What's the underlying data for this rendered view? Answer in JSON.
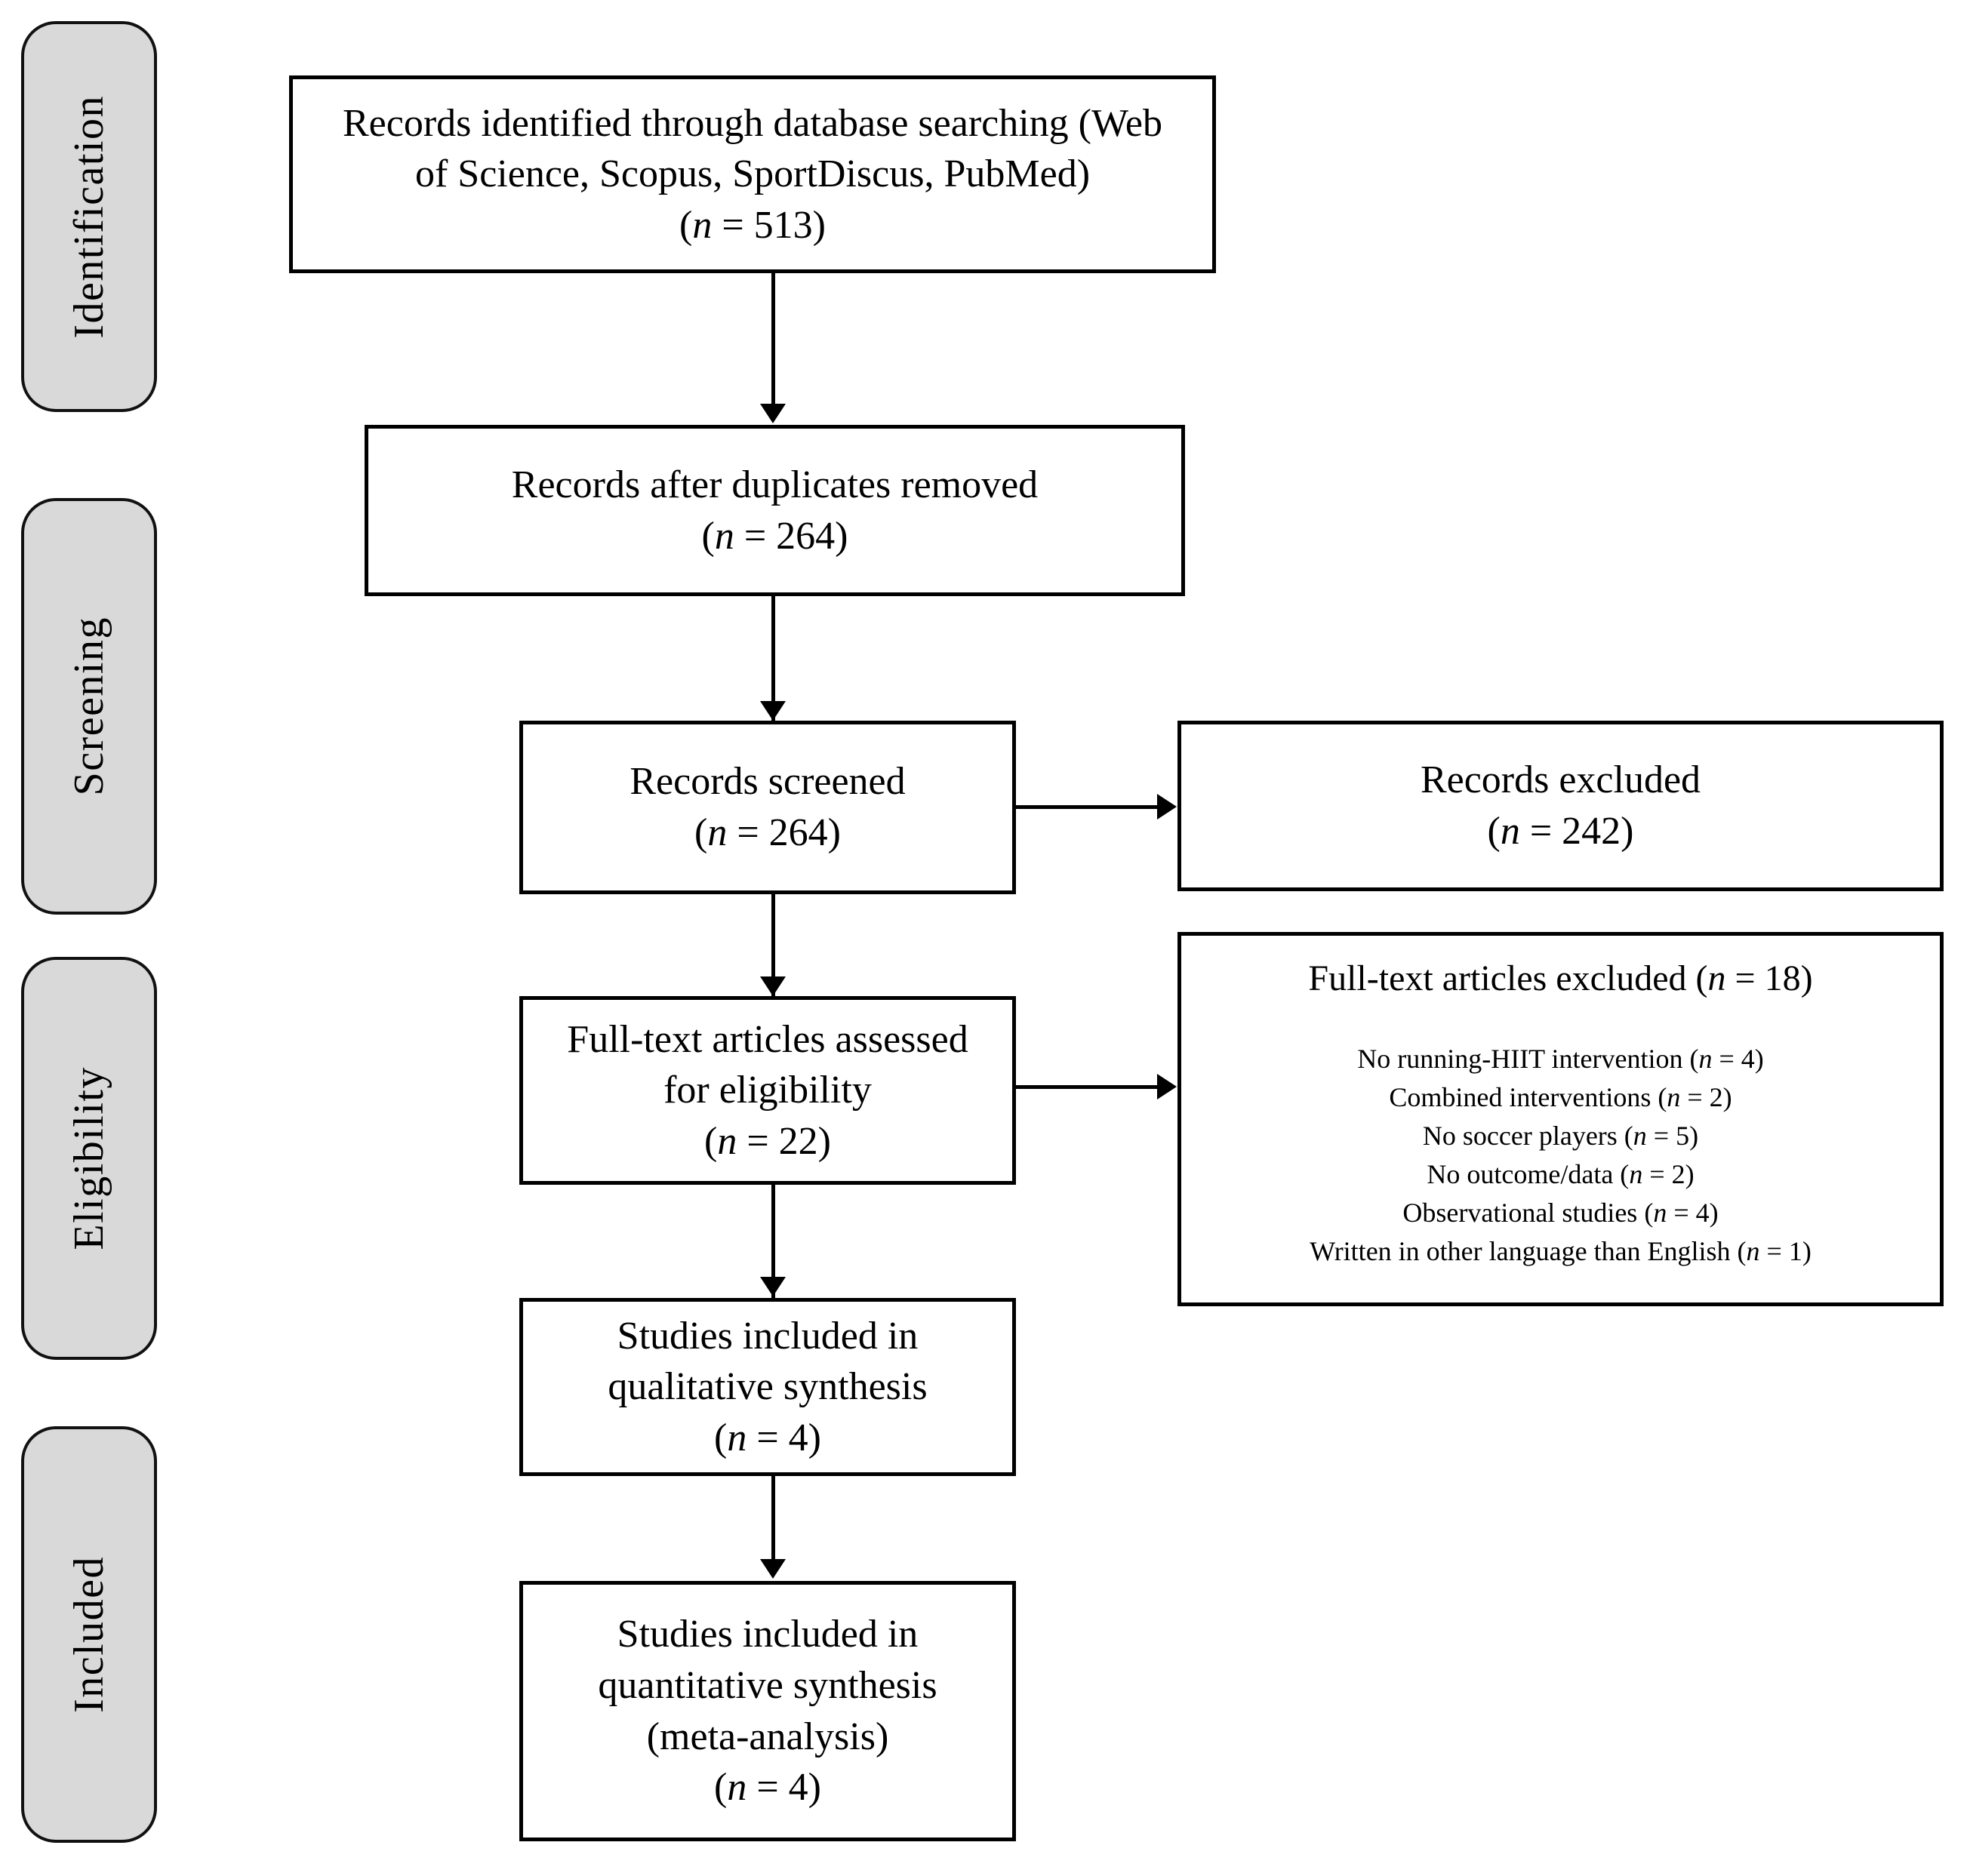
{
  "diagram": {
    "type": "prisma-flow-diagram",
    "title": "PRISMA flow diagram"
  },
  "phases": [
    {
      "id": "identification",
      "label": "Identification"
    },
    {
      "id": "screening",
      "label": "Screening"
    },
    {
      "id": "eligibility",
      "label": "Eligibility"
    },
    {
      "id": "included",
      "label": "Included"
    }
  ],
  "boxes": {
    "identified": {
      "line1": "Records identified through database searching (Web",
      "line2": "of Science, Scopus, SportDiscus, PubMed)",
      "count_open": "(",
      "count_n": "n",
      "count_rest": " = 513)"
    },
    "duplicates_removed": {
      "line1": "Records after duplicates removed",
      "count_open": "(",
      "count_n": "n",
      "count_rest": " = 264)"
    },
    "screened": {
      "line1": "Records screened",
      "count_open": "(",
      "count_n": "n",
      "count_rest": " = 264)"
    },
    "records_excluded": {
      "line1": "Records excluded",
      "count_open": "(",
      "count_n": "n",
      "count_rest": " = 242)"
    },
    "fulltext_assessed": {
      "line1": "Full-text articles assessed",
      "line2": "for eligibility",
      "count_open": "(",
      "count_n": "n",
      "count_rest": " = 22)"
    },
    "fulltext_excluded": {
      "title_prefix": "Full-text articles excluded (",
      "title_n": "n",
      "title_suffix": " = 18)",
      "reasons": [
        {
          "text": "No running-HIIT intervention (",
          "n": "n",
          "suffix": " = 4)"
        },
        {
          "text": "Combined interventions (",
          "n": "n",
          "suffix": " = 2)"
        },
        {
          "text": "No soccer players (",
          "n": "n",
          "suffix": " = 5)"
        },
        {
          "text": "No outcome/data (",
          "n": "n",
          "suffix": " = 2)"
        },
        {
          "text": "Observational studies (",
          "n": "n",
          "suffix": " = 4)"
        },
        {
          "text": "Written in other language than English (",
          "n": "n",
          "suffix": " = 1)"
        }
      ]
    },
    "qualitative": {
      "line1": "Studies included in",
      "line2": "qualitative synthesis",
      "count_open": "(",
      "count_n": "n",
      "count_rest": " = 4)"
    },
    "quantitative": {
      "line1": "Studies included in",
      "line2": "quantitative synthesis",
      "line3": "(meta-analysis)",
      "count_open": "(",
      "count_n": "n",
      "count_rest": " = 4)"
    }
  },
  "colors": {
    "phase_fill": "#d9d9d9",
    "stroke": "#000000",
    "background": "#ffffff"
  }
}
